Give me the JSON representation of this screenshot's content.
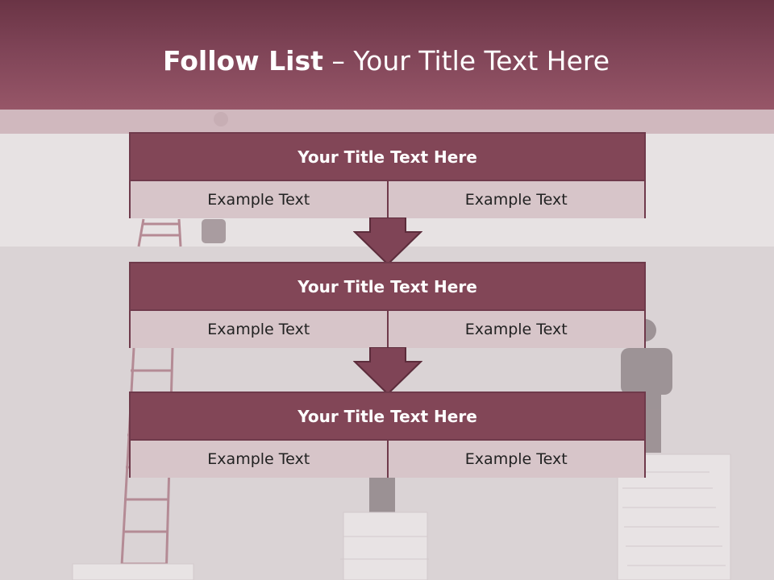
{
  "slide": {
    "title_bold": "Follow List",
    "title_rest": " – Your Title Text Here"
  },
  "blocks": [
    {
      "title": "Your Title Text Here",
      "left": "Example Text",
      "right": "Example Text"
    },
    {
      "title": "Your Title Text Here",
      "left": "Example Text",
      "right": "Example Text"
    },
    {
      "title": "Your Title Text Here",
      "left": "Example Text",
      "right": "Example Text"
    }
  ],
  "colors": {
    "header_top": "#6a3445",
    "header_bottom": "#975668",
    "block_header": "#824657",
    "block_cell": "#d7c5c9",
    "border": "#6f3a4b"
  }
}
